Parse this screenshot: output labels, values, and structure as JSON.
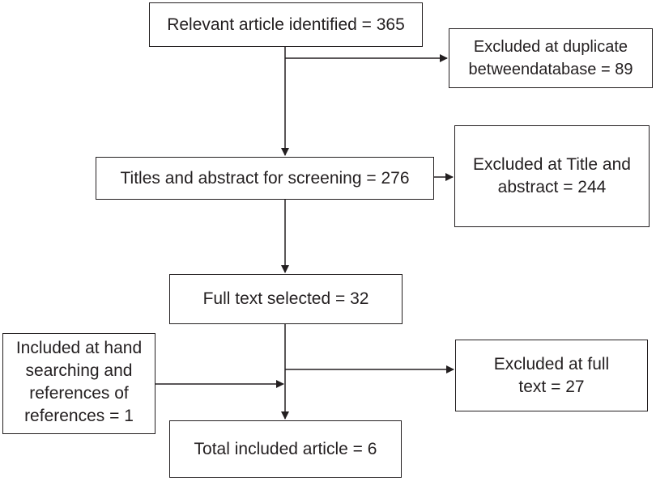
{
  "flowchart": {
    "identified": "Relevant article identified = 365",
    "excluded_duplicates": "Excluded at duplicate\nbetweendatabase = 89",
    "screening": "Titles and abstract for screening = 276",
    "excluded_title_abstract": "Excluded at Title and\nabstract = 244",
    "full_text_selected": "Full text selected = 32",
    "included_hand_searching": "Included at hand\nsearching and\nreferences of\nreferences = 1",
    "excluded_full_text": "Excluded at full\ntext = 27",
    "total_included": "Total included article = 6"
  },
  "colors": {
    "line": "#231f20",
    "text": "#231f20",
    "background": "#ffffff"
  }
}
